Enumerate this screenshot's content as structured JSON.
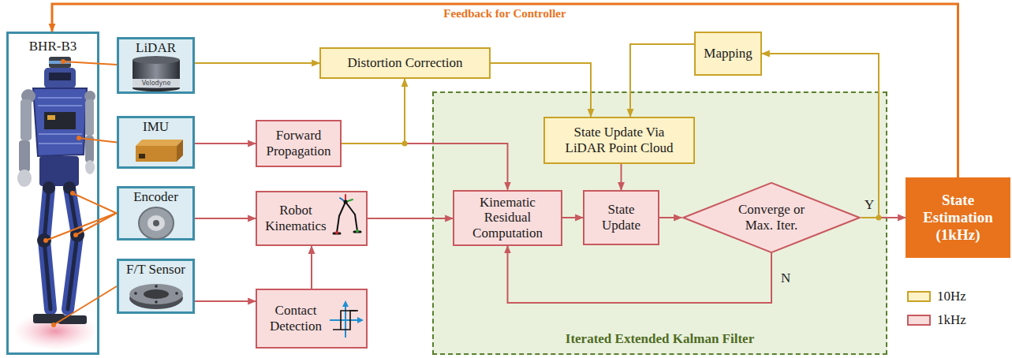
{
  "diagram": {
    "nodes": [
      {
        "text": [
          "BHR-B3"
        ]
      },
      {
        "text": [
          "LiDAR"
        ]
      },
      {
        "text": [
          "IMU"
        ]
      },
      {
        "text": [
          "Encoder"
        ]
      },
      {
        "text": [
          "F/T Sensor"
        ]
      },
      {
        "text": [
          "Distortion Correction"
        ]
      },
      {
        "text": [
          "Mapping"
        ]
      },
      {
        "text": [
          "Forward Propagation"
        ]
      },
      {
        "text": [
          "Robot Kinematics"
        ]
      },
      {
        "text": [
          "Contact Detection"
        ]
      },
      {
        "text": [
          "Iterated Extended Kalman Filter"
        ]
      },
      {
        "text": [
          "State Update Via LiDAR Point Cloud"
        ],
        "in": 10
      },
      {
        "text": [
          "Kinematic Residual Computation"
        ],
        "in": 10
      },
      {
        "text": [
          "State Update"
        ],
        "in": 10
      },
      {
        "text": [
          "Converge or Max. Iter."
        ],
        "in": 10
      },
      {
        "text": [
          "State Estimation (1kHz)"
        ]
      }
    ],
    "edges": [
      {
        "from": 15,
        "to": 0,
        "arrow": "to",
        "label": "Feedback for Controller"
      },
      {
        "from": 0,
        "to": 1,
        "arrow": "none"
      },
      {
        "from": 0,
        "to": 2,
        "arrow": "none"
      },
      {
        "from": 0,
        "to": 3,
        "arrow": "none"
      },
      {
        "from": 0,
        "to": 4,
        "arrow": "none"
      },
      {
        "from": 1,
        "to": 5,
        "arrow": "to"
      },
      {
        "from": 2,
        "to": 7,
        "arrow": "to"
      },
      {
        "from": 3,
        "to": 8,
        "arrow": "to"
      },
      {
        "from": 4,
        "to": 9,
        "arrow": "to"
      },
      {
        "from": 9,
        "to": 8,
        "arrow": "to"
      },
      {
        "from": 7,
        "to": 12,
        "arrow": "to"
      },
      {
        "from": 7,
        "to": 5,
        "arrow": "to"
      },
      {
        "from": 8,
        "to": 12,
        "arrow": "to"
      },
      {
        "from": 5,
        "to": 11,
        "arrow": "to"
      },
      {
        "from": 6,
        "to": 11,
        "arrow": "to"
      },
      {
        "from": 11,
        "to": 13,
        "arrow": "to"
      },
      {
        "from": 12,
        "to": 13,
        "arrow": "to"
      },
      {
        "from": 13,
        "to": 14,
        "arrow": "to"
      },
      {
        "from": 14,
        "to": 15,
        "arrow": "to",
        "label": "Y"
      },
      {
        "from": 14,
        "to": 12,
        "arrow": "to",
        "label": "N"
      },
      {
        "from": 14,
        "to": 6,
        "arrow": "to"
      }
    ],
    "labels": [
      "Velodyne"
    ],
    "legend": [
      {
        "text": "10Hz",
        "color": "#fdf2c8"
      },
      {
        "text": "1kHz",
        "color": "#f9dddd"
      }
    ]
  }
}
